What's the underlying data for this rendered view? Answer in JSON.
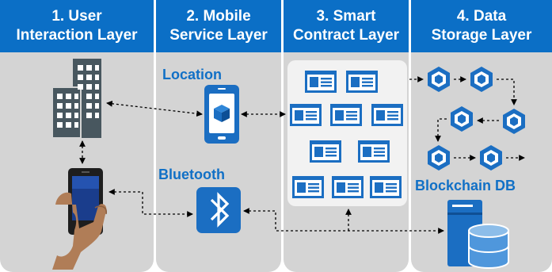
{
  "layers": [
    {
      "line1": "1. User",
      "line2": "Interaction Layer"
    },
    {
      "line1": "2. Mobile",
      "line2": "Service Layer"
    },
    {
      "line1": "3. Smart",
      "line2": "Contract Layer"
    },
    {
      "line1": "4. Data",
      "line2": "Storage Layer"
    }
  ],
  "labels": {
    "location": "Location",
    "bluetooth": "Bluetooth",
    "blockchain_db": "Blockchain DB"
  },
  "colors": {
    "header_blue": "#0b6fc6",
    "panel_gray": "#d4d4d4",
    "accent_blue": "#1170c6",
    "building_gray": "#48575f",
    "hand_skin": "#b07d57"
  },
  "icons": {
    "user": [
      "building-icon",
      "smartphone-in-hand-icon"
    ],
    "mobile": [
      "mobile-location-icon",
      "bluetooth-icon"
    ],
    "contract": "smart-contract-icon",
    "storage": [
      "block-icon",
      "database-server-icon"
    ]
  }
}
